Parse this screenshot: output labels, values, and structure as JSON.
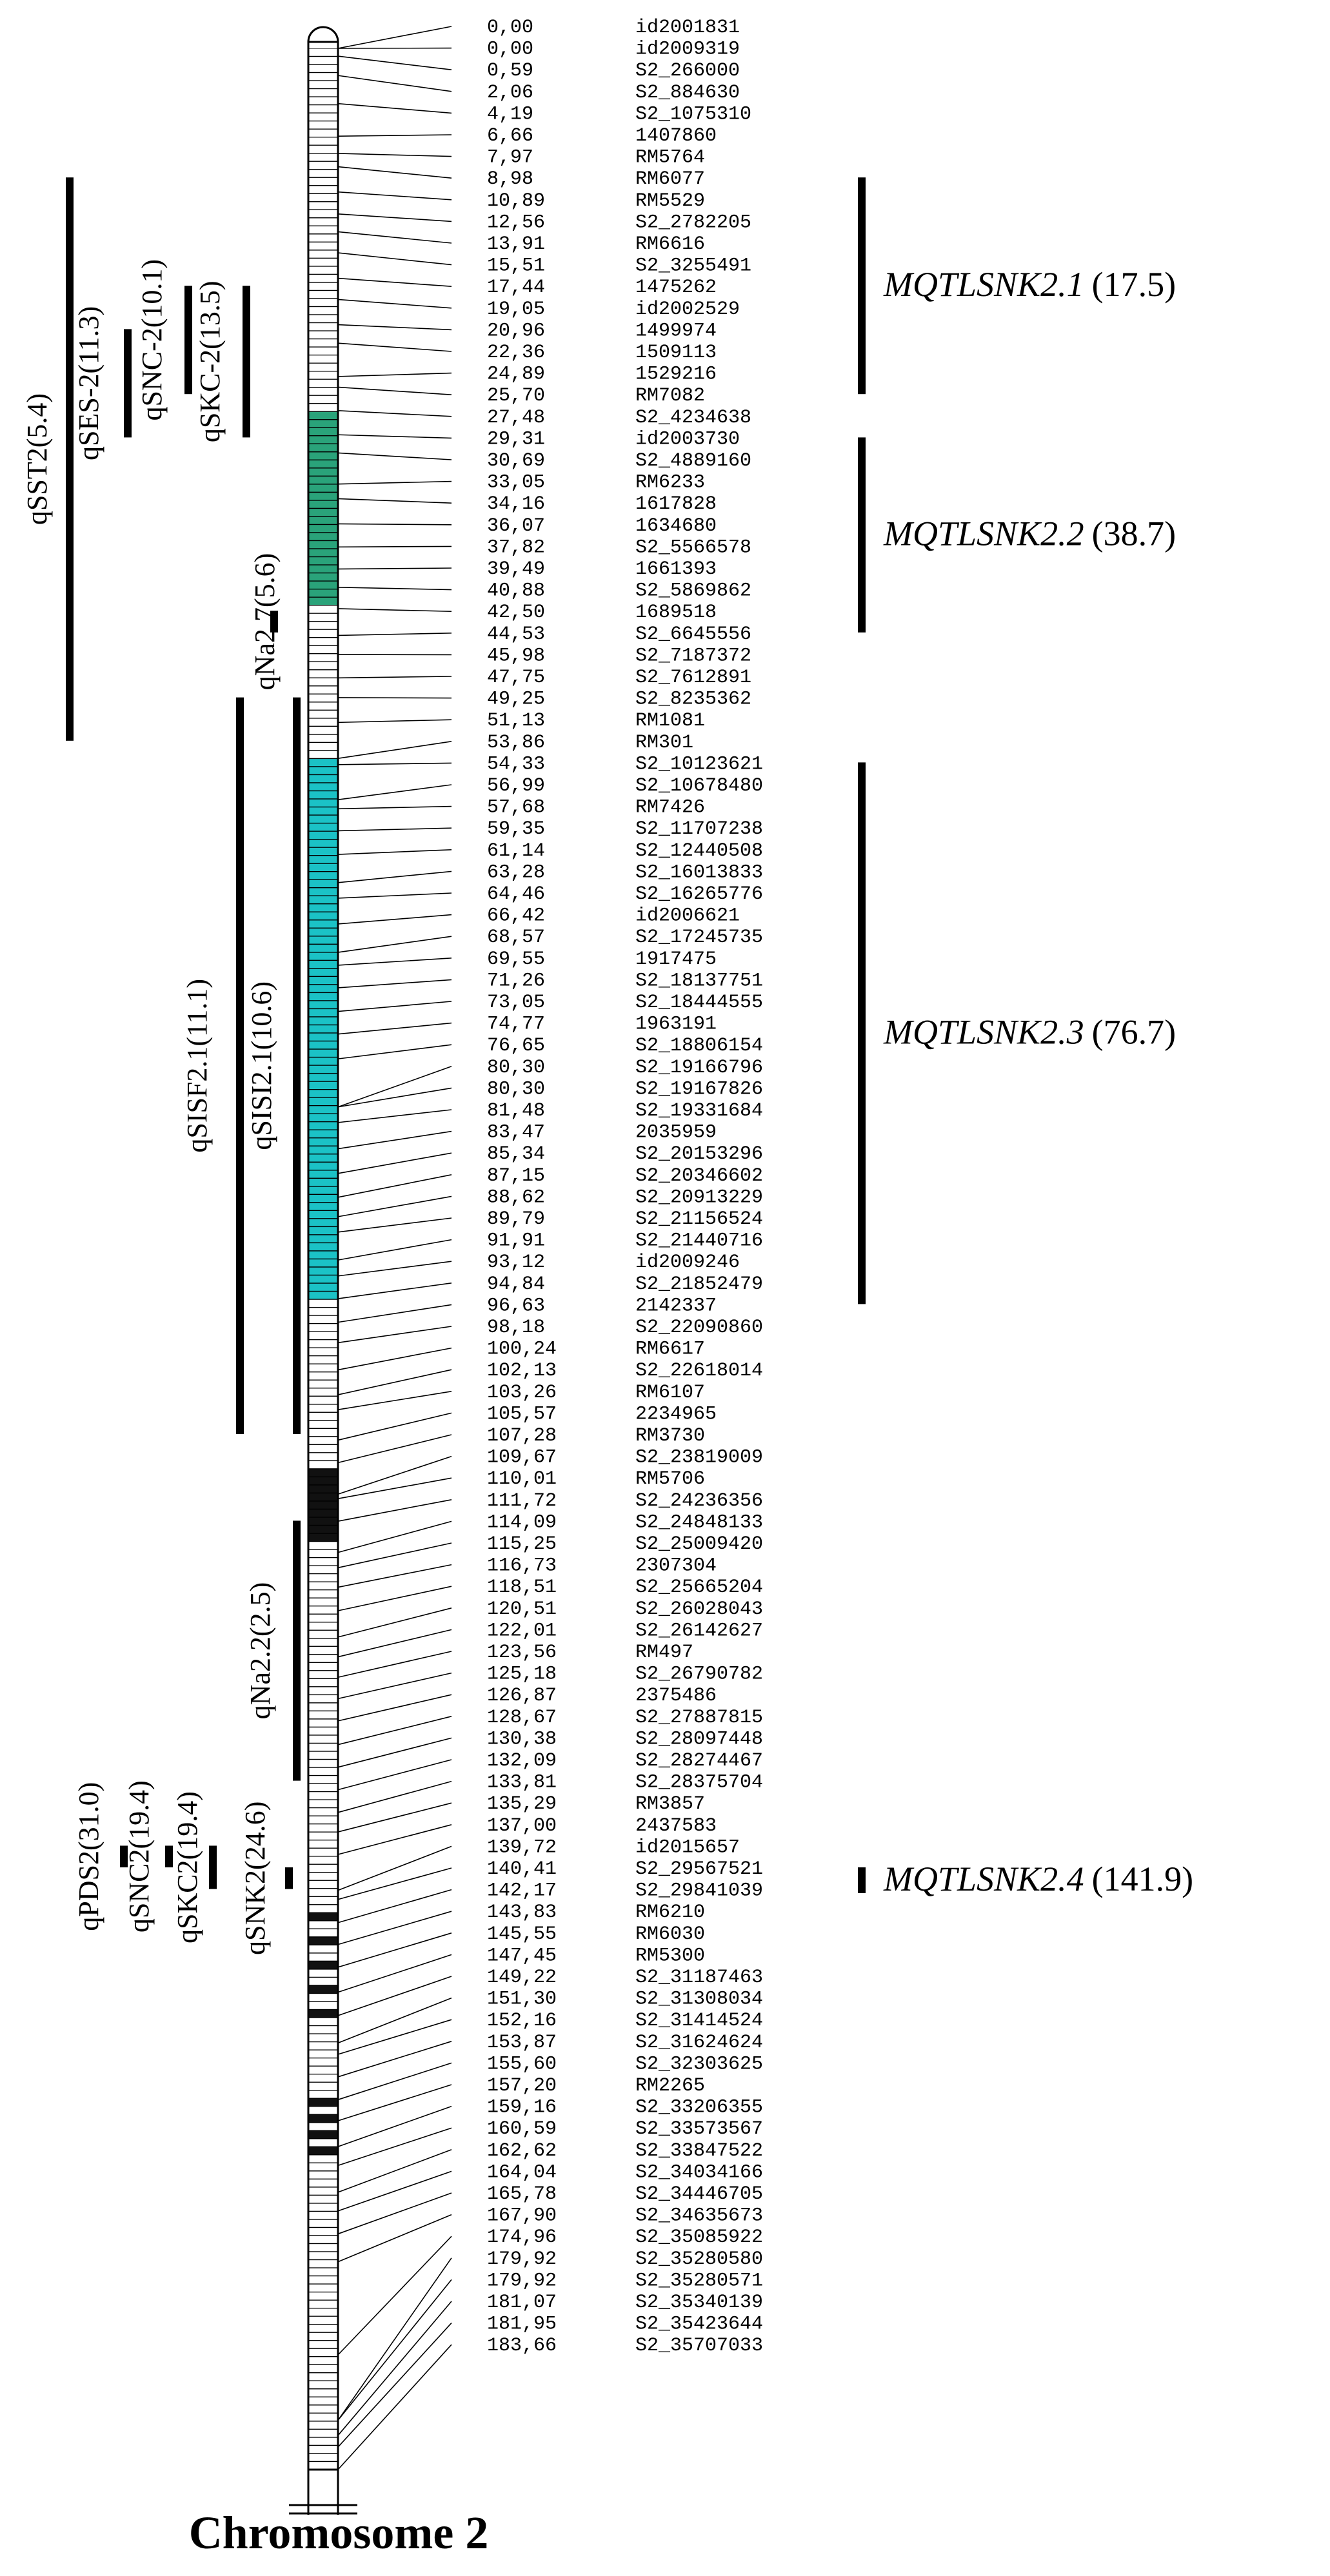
{
  "title": "Chromosome 2",
  "markers": [
    [
      "0,00",
      "id2001831"
    ],
    [
      "0,00",
      "id2009319"
    ],
    [
      "0,59",
      "S2_266000"
    ],
    [
      "2,06",
      "S2_884630"
    ],
    [
      "4,19",
      "S2_1075310"
    ],
    [
      "6,66",
      "1407860"
    ],
    [
      "7,97",
      "RM5764"
    ],
    [
      "8,98",
      "RM6077"
    ],
    [
      "10,89",
      "RM5529"
    ],
    [
      "12,56",
      "S2_2782205"
    ],
    [
      "13,91",
      "RM6616"
    ],
    [
      "15,51",
      "S2_3255491"
    ],
    [
      "17,44",
      "1475262"
    ],
    [
      "19,05",
      "id2002529"
    ],
    [
      "20,96",
      "1499974"
    ],
    [
      "22,36",
      "1509113"
    ],
    [
      "24,89",
      "1529216"
    ],
    [
      "25,70",
      "RM7082"
    ],
    [
      "27,48",
      "S2_4234638"
    ],
    [
      "29,31",
      "id2003730"
    ],
    [
      "30,69",
      "S2_4889160"
    ],
    [
      "33,05",
      "RM6233"
    ],
    [
      "34,16",
      "1617828"
    ],
    [
      "36,07",
      "1634680"
    ],
    [
      "37,82",
      "S2_5566578"
    ],
    [
      "39,49",
      "1661393"
    ],
    [
      "40,88",
      "S2_5869862"
    ],
    [
      "42,50",
      "1689518"
    ],
    [
      "44,53",
      "S2_6645556"
    ],
    [
      "45,98",
      "S2_7187372"
    ],
    [
      "47,75",
      "S2_7612891"
    ],
    [
      "49,25",
      "S2_8235362"
    ],
    [
      "51,13",
      "RM1081"
    ],
    [
      "53,86",
      "RM301"
    ],
    [
      "54,33",
      "S2_10123621"
    ],
    [
      "56,99",
      "S2_10678480"
    ],
    [
      "57,68",
      "RM7426"
    ],
    [
      "59,35",
      "S2_11707238"
    ],
    [
      "61,14",
      "S2_12440508"
    ],
    [
      "63,28",
      "S2_16013833"
    ],
    [
      "64,46",
      "S2_16265776"
    ],
    [
      "66,42",
      "id2006621"
    ],
    [
      "68,57",
      "S2_17245735"
    ],
    [
      "69,55",
      "1917475"
    ],
    [
      "71,26",
      "S2_18137751"
    ],
    [
      "73,05",
      "S2_18444555"
    ],
    [
      "74,77",
      "1963191"
    ],
    [
      "76,65",
      "S2_18806154"
    ],
    [
      "80,30",
      "S2_19166796"
    ],
    [
      "80,30",
      "S2_19167826"
    ],
    [
      "81,48",
      "S2_19331684"
    ],
    [
      "83,47",
      "2035959"
    ],
    [
      "85,34",
      "S2_20153296"
    ],
    [
      "87,15",
      "S2_20346602"
    ],
    [
      "88,62",
      "S2_20913229"
    ],
    [
      "89,79",
      "S2_21156524"
    ],
    [
      "91,91",
      "S2_21440716"
    ],
    [
      "93,12",
      "id2009246"
    ],
    [
      "94,84",
      "S2_21852479"
    ],
    [
      "96,63",
      "2142337"
    ],
    [
      "98,18",
      "S2_22090860"
    ],
    [
      "100,24",
      "RM6617"
    ],
    [
      "102,13",
      "S2_22618014"
    ],
    [
      "103,26",
      "RM6107"
    ],
    [
      "105,57",
      "2234965"
    ],
    [
      "107,28",
      "RM3730"
    ],
    [
      "109,67",
      "S2_23819009"
    ],
    [
      "110,01",
      "RM5706"
    ],
    [
      "111,72",
      "S2_24236356"
    ],
    [
      "114,09",
      "S2_24848133"
    ],
    [
      "115,25",
      "S2_25009420"
    ],
    [
      "116,73",
      "2307304"
    ],
    [
      "118,51",
      "S2_25665204"
    ],
    [
      "120,51",
      "S2_26028043"
    ],
    [
      "122,01",
      "S2_26142627"
    ],
    [
      "123,56",
      "RM497"
    ],
    [
      "125,18",
      "S2_26790782"
    ],
    [
      "126,87",
      "2375486"
    ],
    [
      "128,67",
      "S2_27887815"
    ],
    [
      "130,38",
      "S2_28097448"
    ],
    [
      "132,09",
      "S2_28274467"
    ],
    [
      "133,81",
      "S2_28375704"
    ],
    [
      "135,29",
      "RM3857"
    ],
    [
      "137,00",
      "2437583"
    ],
    [
      "139,72",
      "id2015657"
    ],
    [
      "140,41",
      "S2_29567521"
    ],
    [
      "142,17",
      "S2_29841039"
    ],
    [
      "143,83",
      "RM6210"
    ],
    [
      "145,55",
      "RM6030"
    ],
    [
      "147,45",
      "RM5300"
    ],
    [
      "149,22",
      "S2_31187463"
    ],
    [
      "151,30",
      "S2_31308034"
    ],
    [
      "152,16",
      "S2_31414524"
    ],
    [
      "153,87",
      "S2_31624624"
    ],
    [
      "155,60",
      "S2_32303625"
    ],
    [
      "157,20",
      "RM2265"
    ],
    [
      "159,16",
      "S2_33206355"
    ],
    [
      "160,59",
      "S2_33573567"
    ],
    [
      "162,62",
      "S2_33847522"
    ],
    [
      "164,04",
      "S2_34034166"
    ],
    [
      "165,78",
      "S2_34446705"
    ],
    [
      "167,90",
      "S2_34635673"
    ],
    [
      "174,96",
      "S2_35085922"
    ],
    [
      "179,92",
      "S2_35280580"
    ],
    [
      "179,92",
      "S2_35280571"
    ],
    [
      "181,07",
      "S2_35340139"
    ],
    [
      "181,95",
      "S2_35423644"
    ],
    [
      "183,66",
      "S2_35707033"
    ]
  ],
  "left_qtls": [
    {
      "label": "qSST2(5.4)",
      "from": 8.98,
      "to": 53.86
    },
    {
      "label": "qSES-2(11.3)",
      "from": 20.96,
      "to": 29.31
    },
    {
      "label": "qSNC-2(10.1)",
      "from": 17.44,
      "to": 25.7
    },
    {
      "label": "qSKC-2(13.5)",
      "from": 17.44,
      "to": 29.31
    },
    {
      "label": "qNa2.7(5.6)",
      "from": 42.5,
      "to": 44.53
    },
    {
      "label": "qSISF2.1(11.1)",
      "from": 49.25,
      "to": 107.28
    },
    {
      "label": "qSISI2.1(10.6)",
      "from": 49.25,
      "to": 107.28
    },
    {
      "label": "qNa2.2(2.5)",
      "from": 114.09,
      "to": 133.81
    },
    {
      "label": "qPDS2(31.0)",
      "from": 139.72,
      "to": 140.41
    },
    {
      "label": "qSNC2(19.4)",
      "from": 139.72,
      "to": 140.41
    },
    {
      "label": "qSKC2(19.4)",
      "from": 139.72,
      "to": 142.17
    },
    {
      "label": "qSNK2(24.6)",
      "from": 140.41,
      "to": 142.17
    }
  ],
  "right_qtls": [
    {
      "name": "MQTLSNK2.1",
      "value": "(17.5)",
      "from": 8.98,
      "to": 25.7
    },
    {
      "name": "MQTLSNK2.2",
      "value": "(38.7)",
      "from": 29.31,
      "to": 44.53
    },
    {
      "name": "MQTLSNK2.3",
      "value": "(76.7)",
      "from": 54.33,
      "to": 96.63
    },
    {
      "name": "MQTLSNK2.4",
      "value": "(141.9)",
      "from": 140.41,
      "to": 142.17
    }
  ],
  "colors": {
    "line": "#000000",
    "cell_white": "#ffffff",
    "green_region": "#2aa37a",
    "cyan_region": "#1bc2c6",
    "dark_region": "#111111"
  }
}
